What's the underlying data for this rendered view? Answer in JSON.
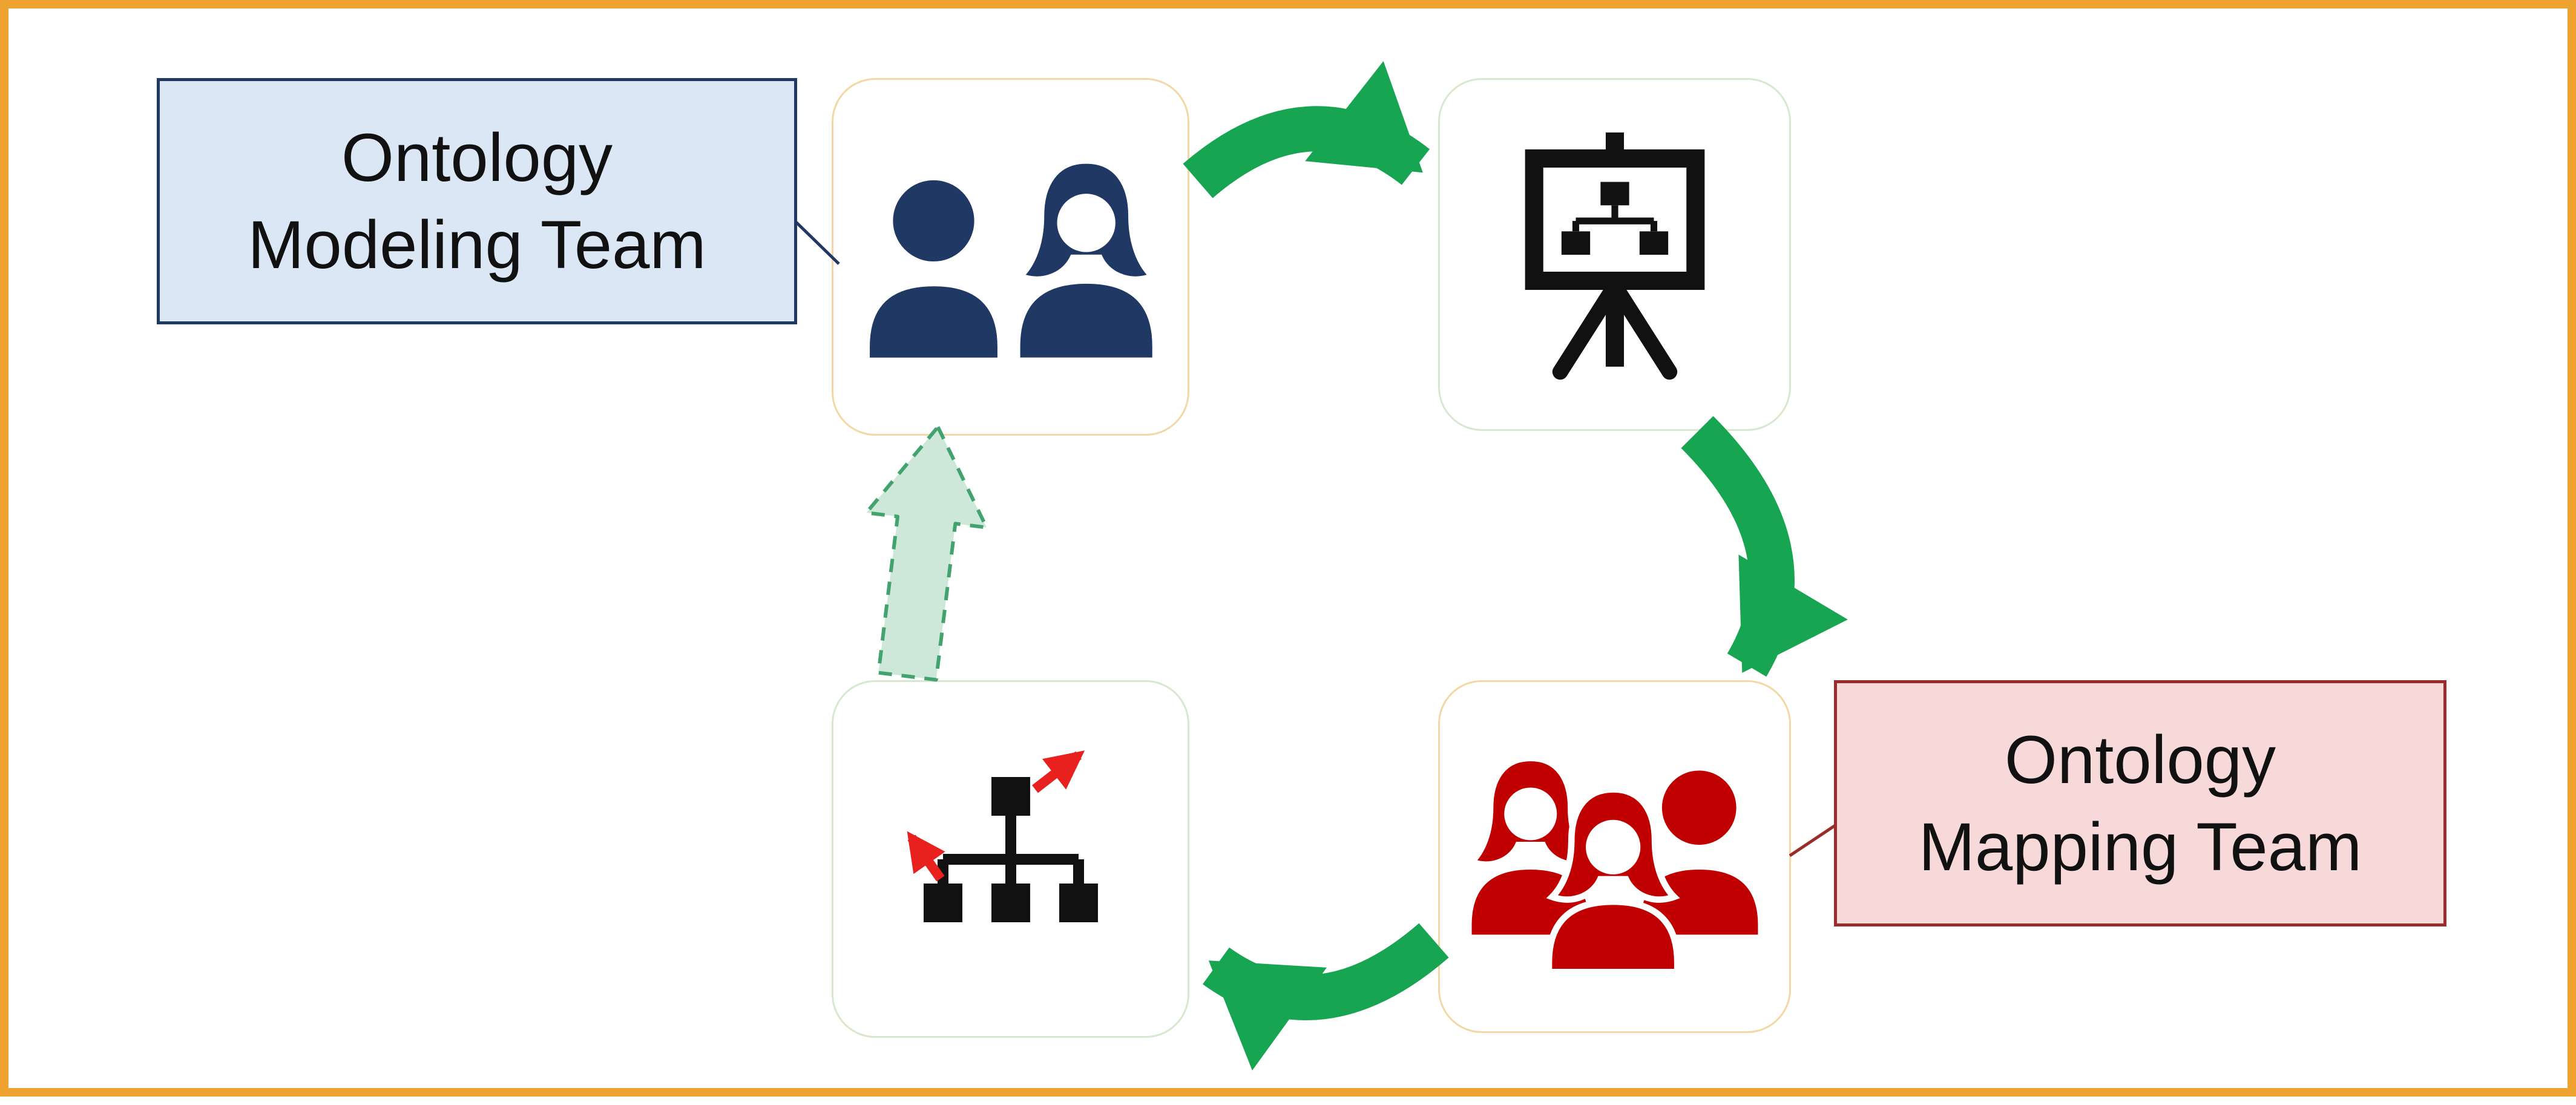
{
  "labels": {
    "modeling": {
      "line1": "Ontology",
      "line2": "Modeling Team"
    },
    "mapping": {
      "line1": "Ontology",
      "line2": "Mapping Team"
    }
  },
  "diagram": {
    "nodes": [
      {
        "id": "modeling-team",
        "icon": "two-people-icon",
        "label": "Ontology Modeling Team"
      },
      {
        "id": "presentation",
        "icon": "presentation-board-icon",
        "label": ""
      },
      {
        "id": "mapping-team",
        "icon": "three-people-icon",
        "label": "Ontology Mapping Team"
      },
      {
        "id": "hierarchy",
        "icon": "org-chart-with-arrows-icon",
        "label": ""
      }
    ],
    "arrows": [
      {
        "from": "modeling-team",
        "to": "presentation",
        "style": "solid-green"
      },
      {
        "from": "presentation",
        "to": "mapping-team",
        "style": "solid-green"
      },
      {
        "from": "mapping-team",
        "to": "hierarchy",
        "style": "solid-green"
      },
      {
        "from": "hierarchy",
        "to": "modeling-team",
        "style": "dashed-outline-green"
      }
    ]
  },
  "colors": {
    "border-orange": "#eda232",
    "navy": "#1f3864",
    "dark-red": "#c00000",
    "arrow-green": "#17a551",
    "dashed-arrow-fill": "#cde7d9",
    "dashed-arrow-stroke": "#43a36f",
    "label-blue-bg": "#dbe7f5",
    "label-blue-border": "#1f3864",
    "label-red-bg": "#f7d9d9",
    "label-red-border": "#9c2b2b",
    "card-border-warm": "#f2d8a4",
    "card-border-cool": "#d7e8cf",
    "icon-black": "#111111",
    "icon-arrow-red": "#e8201e"
  }
}
